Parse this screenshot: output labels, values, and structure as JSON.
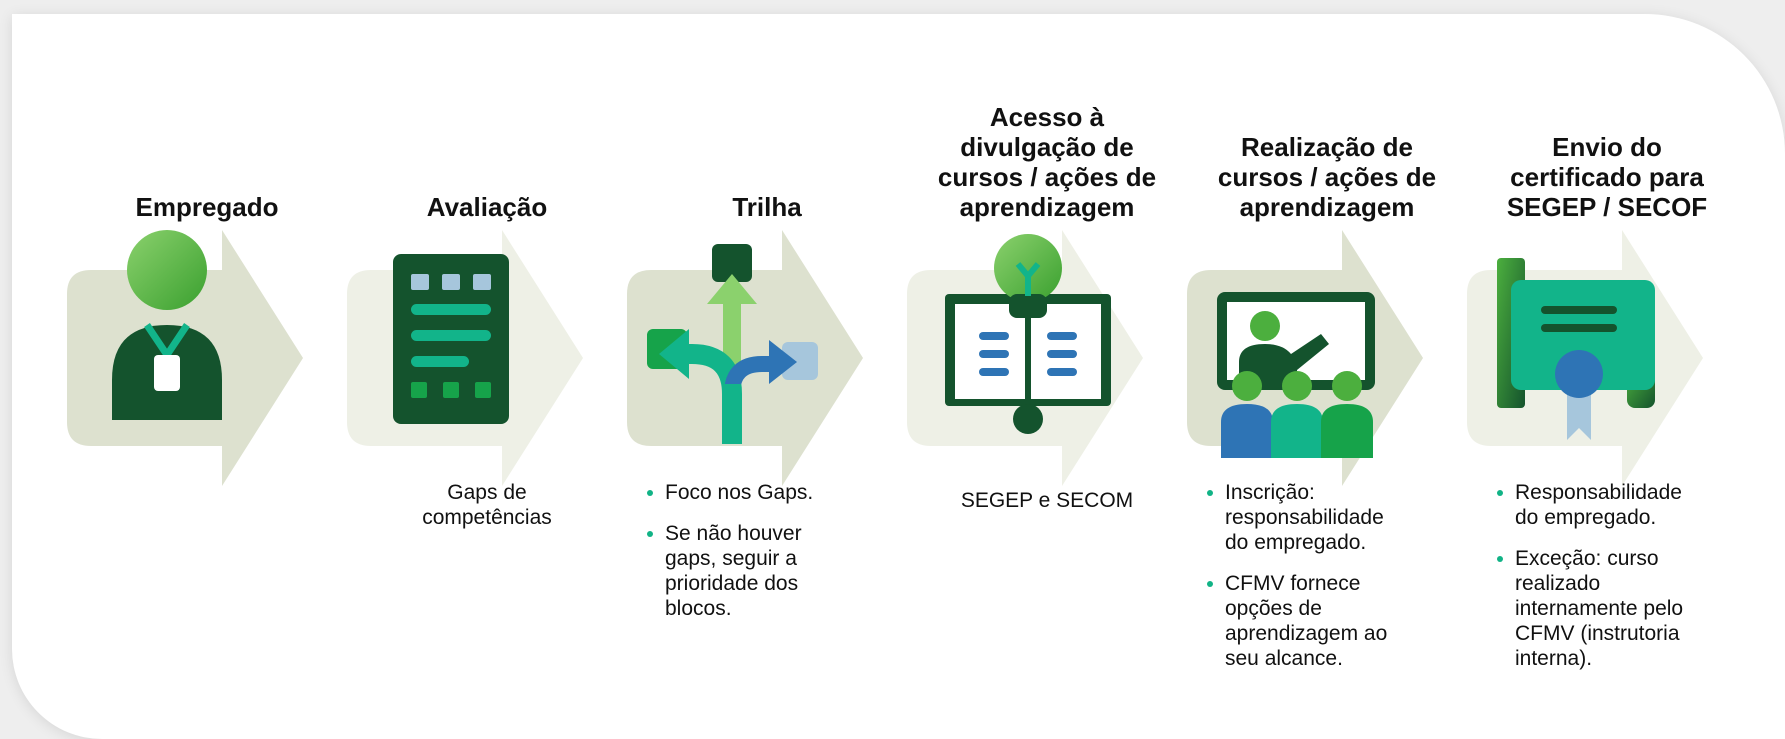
{
  "colors": {
    "arrow_dark": "#dde1cf",
    "arrow_light": "#eef0e6",
    "dark_green": "#14532d",
    "teal": "#12b48a",
    "bright_green": "#4caf3e",
    "blue": "#2e74b5",
    "light_blue": "#a6c6dc",
    "bullet": "#11b386"
  },
  "steps": [
    {
      "title": "Empregado",
      "icon": "employee-badge-icon",
      "description": "",
      "bullets": []
    },
    {
      "title": "Avaliação",
      "icon": "assessment-tablet-icon",
      "description": "Gaps de\ncompetências",
      "bullets": []
    },
    {
      "title": "Trilha",
      "icon": "branching-path-icon",
      "description": "",
      "bullets": [
        "Foco nos Gaps.",
        "Se não houver gaps, seguir a prioridade dos blocos."
      ]
    },
    {
      "title": "Acesso à\ndivulgação de\ncursos / ações de\naprendizagem",
      "icon": "lightbulb-book-icon",
      "description": "SEGEP e SECOM",
      "bullets": []
    },
    {
      "title": "Realização de\ncursos / ações de\naprendizagem",
      "icon": "classroom-icon",
      "description": "",
      "bullets": [
        "Inscrição: responsabilidade do empregado.",
        "CFMV fornece opções de aprendizagem ao seu alcance."
      ]
    },
    {
      "title": "Envio do\ncertificado para\nSEGEP / SECOF",
      "icon": "certificate-icon",
      "description": "",
      "bullets": [
        "Responsabilidade do empregado.",
        "Exceção: curso realizado internamente pelo CFMV (instrutoria interna)."
      ]
    }
  ]
}
